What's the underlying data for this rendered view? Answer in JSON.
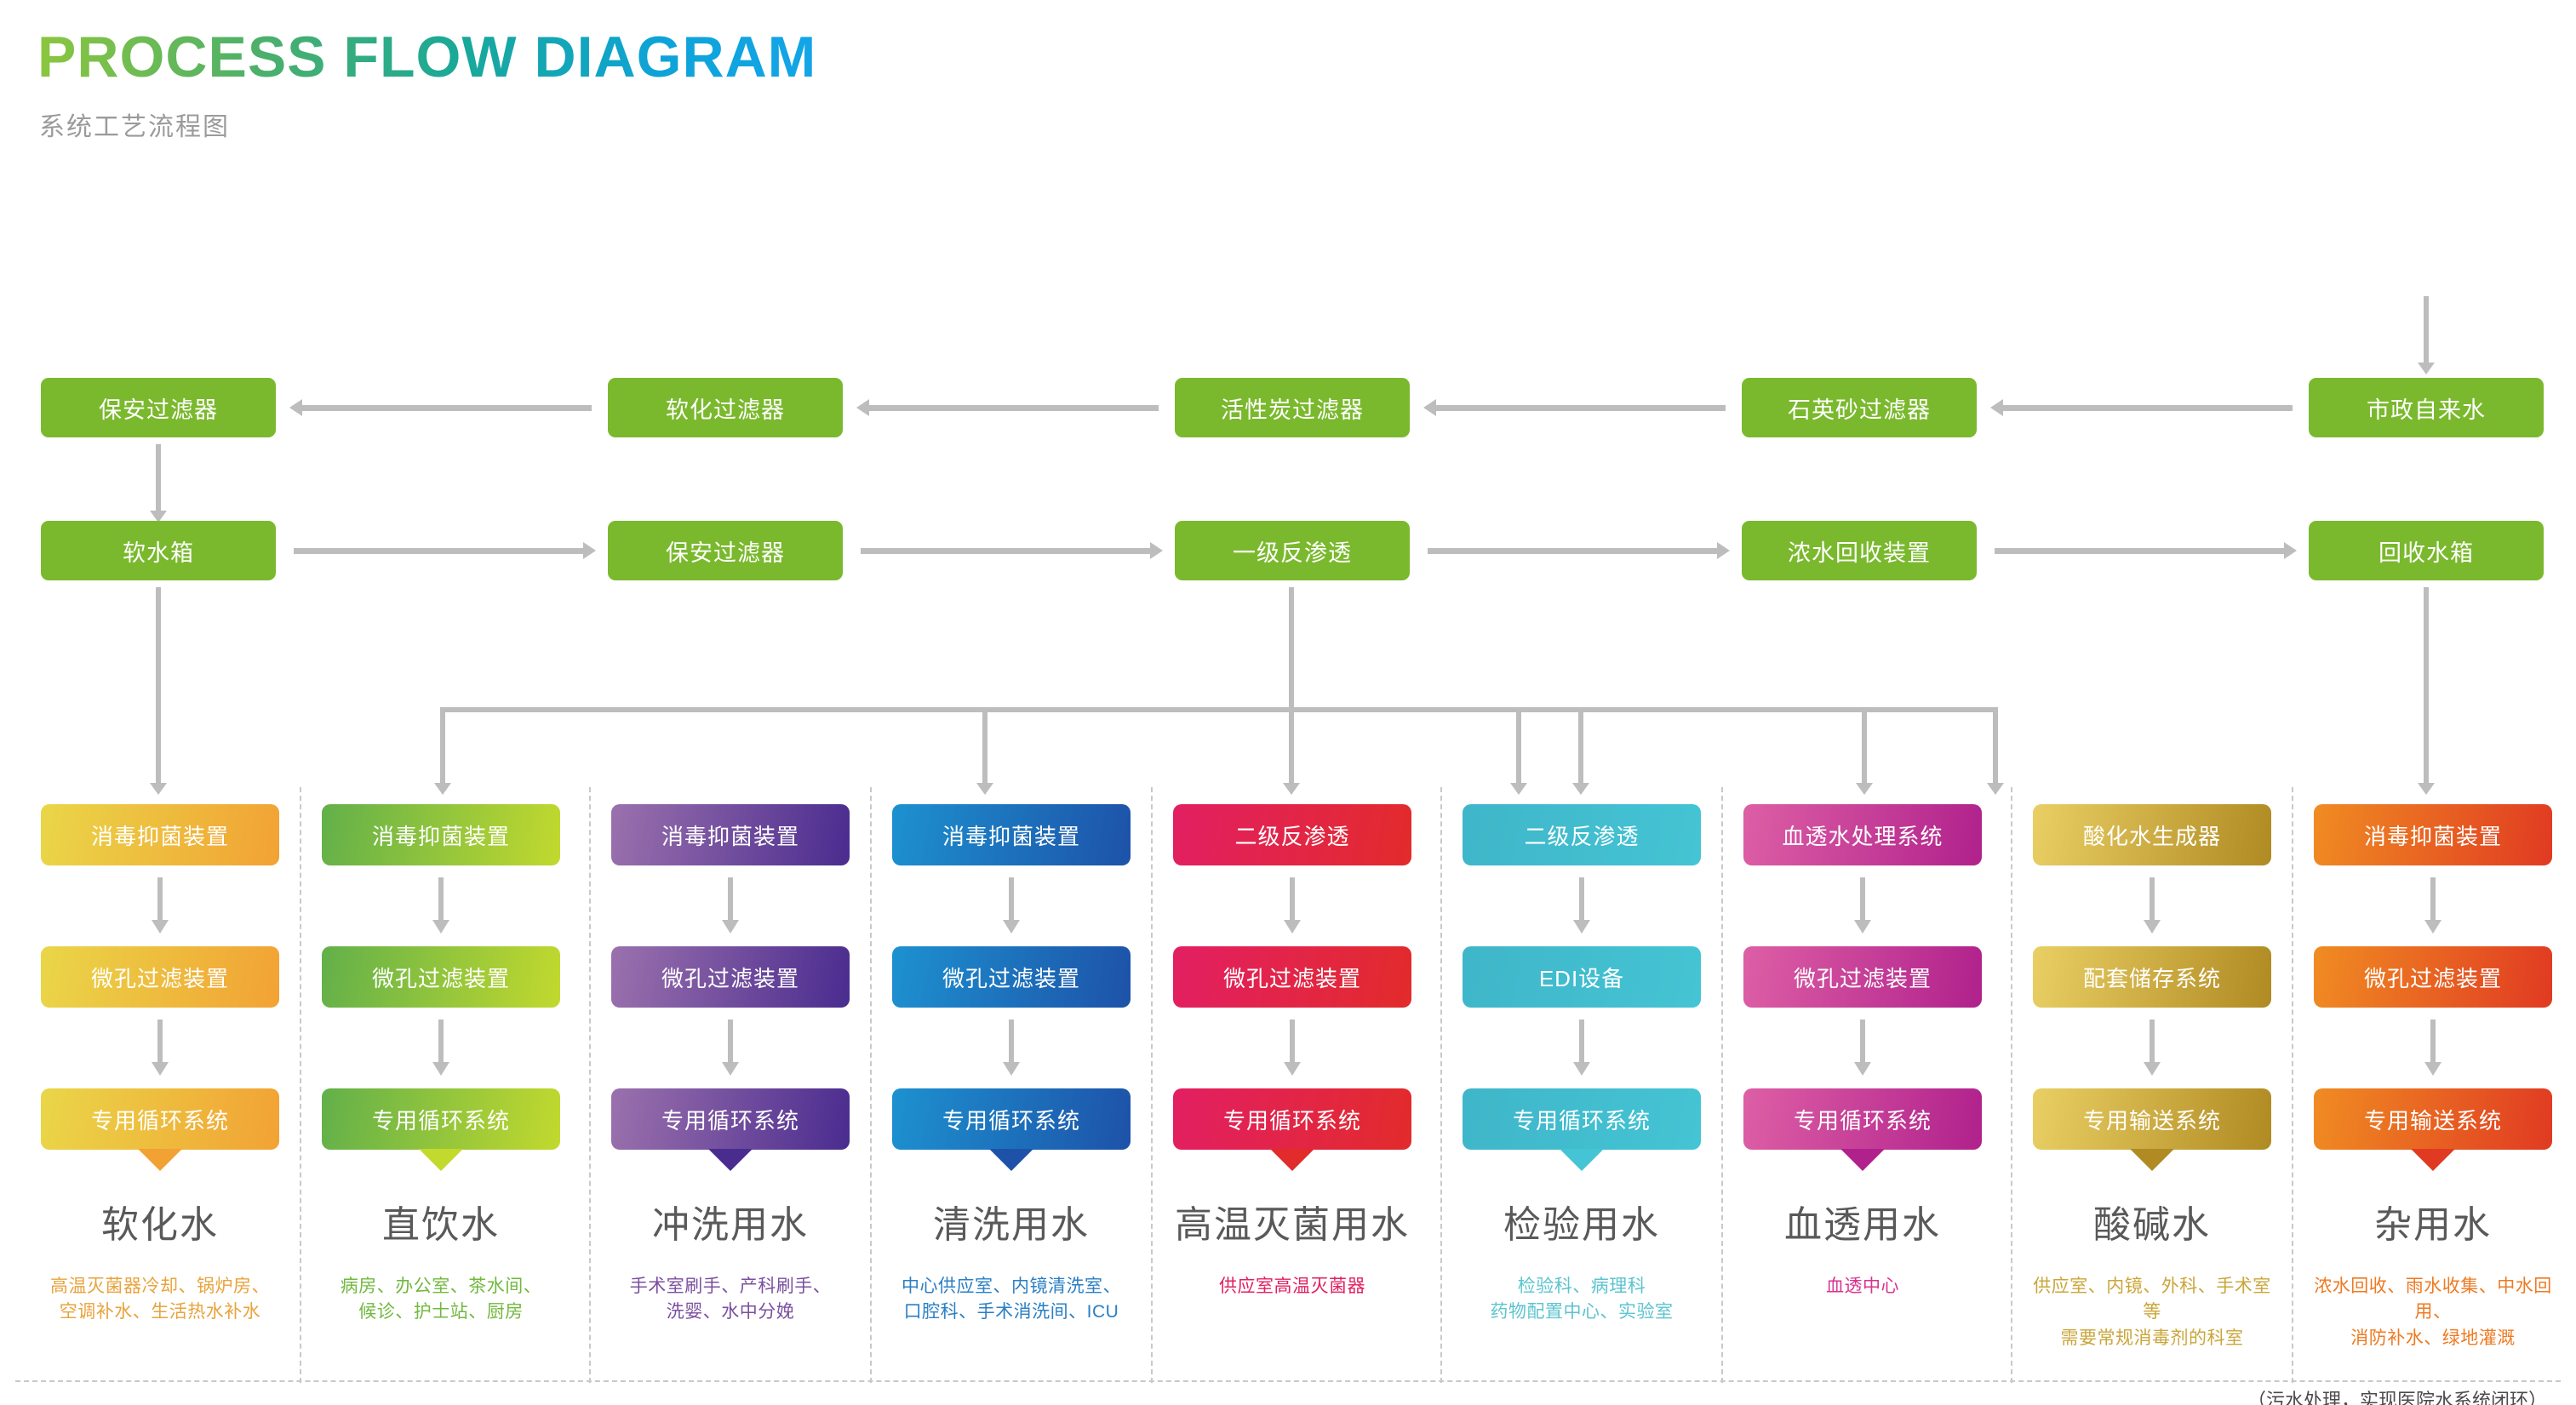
{
  "header": {
    "title": "PROCESS FLOW DIAGRAM",
    "subtitle": "系统工艺流程图"
  },
  "colors": {
    "green": "#7ab92d",
    "arrow": "#bdbdbd",
    "separator": "#c9c9c9",
    "title_gradient_start": "#8cc63e",
    "title_gradient_end": "#13a5e8"
  },
  "pretreatment": {
    "row1": [
      {
        "label": "保安过滤器"
      },
      {
        "label": "软化过滤器"
      },
      {
        "label": "活性炭过滤器"
      },
      {
        "label": "石英砂过滤器"
      },
      {
        "label": "市政自来水"
      }
    ],
    "row2": [
      {
        "label": "软水箱"
      },
      {
        "label": "保安过滤器"
      },
      {
        "label": "一级反渗透"
      },
      {
        "label": "浓水回收装置"
      },
      {
        "label": "回收水箱"
      }
    ]
  },
  "branches": [
    {
      "id": "softened-water",
      "steps": [
        "消毒抑菌装置",
        "微孔过滤装置",
        "专用循环系统"
      ],
      "title": "软化水",
      "caption": "高温灭菌器冷却、锅炉房、\n空调补水、生活热水补水",
      "grad_from": "#ead648",
      "grad_to": "#f2a234",
      "caption_color": "#e8a33c"
    },
    {
      "id": "direct-drinking-water",
      "steps": [
        "消毒抑菌装置",
        "微孔过滤装置",
        "专用循环系统"
      ],
      "title": "直饮水",
      "caption": "病房、办公室、茶水间、\n候诊、护士站、厨房",
      "grad_from": "#62b04a",
      "grad_to": "#c2d92e",
      "caption_color": "#72b83f"
    },
    {
      "id": "flushing-water",
      "steps": [
        "消毒抑菌装置",
        "微孔过滤装置",
        "专用循环系统"
      ],
      "title": "冲洗用水",
      "caption": "手术室刷手、产科刷手、\n洗婴、水中分娩",
      "grad_from": "#9b71ad",
      "grad_to": "#4a2c8f",
      "caption_color": "#7b4fa0"
    },
    {
      "id": "cleaning-water",
      "steps": [
        "消毒抑菌装置",
        "微孔过滤装置",
        "专用循环系统"
      ],
      "title": "清洗用水",
      "caption": "中心供应室、内镜清洗室、\n口腔科、手术消洗间、ICU",
      "grad_from": "#1d91d0",
      "grad_to": "#1d52a8",
      "caption_color": "#2a7fc4"
    },
    {
      "id": "high-temp-sterilization-water",
      "steps": [
        "二级反渗透",
        "微孔过滤装置",
        "专用循环系统"
      ],
      "title": "高温灭菌用水",
      "caption": "供应室高温灭菌器",
      "grad_from": "#e21f63",
      "grad_to": "#e22b2b",
      "caption_color": "#e22060"
    },
    {
      "id": "laboratory-water",
      "steps": [
        "二级反渗透",
        "EDI设备",
        "专用循环系统"
      ],
      "title": "检验用水",
      "caption": "检验科、病理科\n药物配置中心、实验室",
      "grad_from": "#3fb6c9",
      "grad_to": "#44c4d4",
      "caption_color": "#5cc4cf"
    },
    {
      "id": "hemodialysis-water",
      "steps": [
        "血透水处理系统",
        "微孔过滤装置",
        "专用循环系统"
      ],
      "title": "血透用水",
      "caption": "血透中心",
      "grad_from": "#dd5fa5",
      "grad_to": "#b0218c",
      "caption_color": "#d8338e"
    },
    {
      "id": "acid-alkaline-water",
      "steps": [
        "酸化水生成器",
        "配套储存系统",
        "专用输送系统"
      ],
      "title": "酸碱水",
      "caption": "供应室、内镜、外科、手术室等\n需要常规消毒剂的科室",
      "grad_from": "#e9cf64",
      "grad_to": "#b08a22",
      "caption_color": "#caa63a"
    },
    {
      "id": "miscellaneous-water",
      "steps": [
        "消毒抑菌装置",
        "微孔过滤装置",
        "专用输送系统"
      ],
      "title": "杂用水",
      "caption": "浓水回收、雨水收集、中水回用、\n消防补水、绿地灌溉",
      "grad_from": "#f08c22",
      "grad_to": "#e03a22",
      "caption_color": "#ee7a22"
    }
  ],
  "footer": {
    "note": "（污水处理，实现医院水系统闭环）"
  }
}
